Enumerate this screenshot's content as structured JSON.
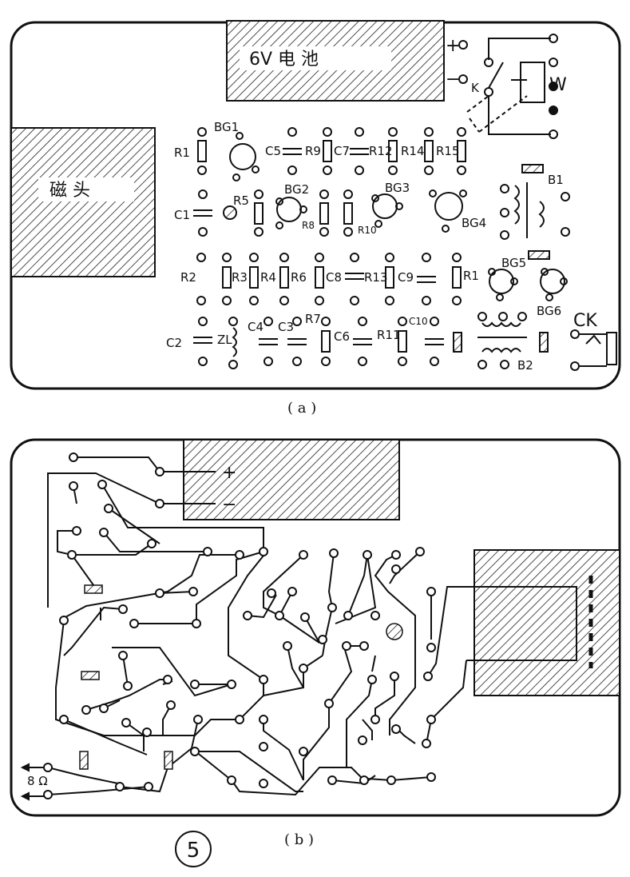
{
  "panel_a": {
    "caption": "( a )",
    "battery_label": "6V  电  池",
    "magnet_label": "磁  头",
    "battery_plus": "+",
    "battery_minus": "−",
    "switch_k": "K",
    "pot_w": "W",
    "jack_ck": "CK",
    "components": {
      "R1": "R1",
      "BG1": "BG1",
      "C5": "C5",
      "R9": "R9",
      "C7": "C7",
      "R12": "R12",
      "R14": "R14",
      "R15": "R15",
      "C1": "C1",
      "R5": "R5",
      "BG2": "BG2",
      "R8": "R8",
      "R10": "R10",
      "BG3": "BG3",
      "BG4": "BG4",
      "B1": "B1",
      "R2": "R2",
      "R3": "R3",
      "R4": "R4",
      "R6": "R6",
      "C8": "C8",
      "R13": "R13",
      "C9": "C9",
      "R16": "R1",
      "BG5": "BG5",
      "BG6": "BG6",
      "C2": "C2",
      "ZL": "ZL",
      "C4": "C4",
      "C3": "C3",
      "R7": "R7",
      "C6": "C6",
      "R11": "R11",
      "C10": "C10",
      "B2": "B2"
    }
  },
  "panel_b": {
    "caption": "( b )",
    "plus": "+",
    "minus": "−",
    "speaker": "8 Ω"
  },
  "figure_number": "5"
}
